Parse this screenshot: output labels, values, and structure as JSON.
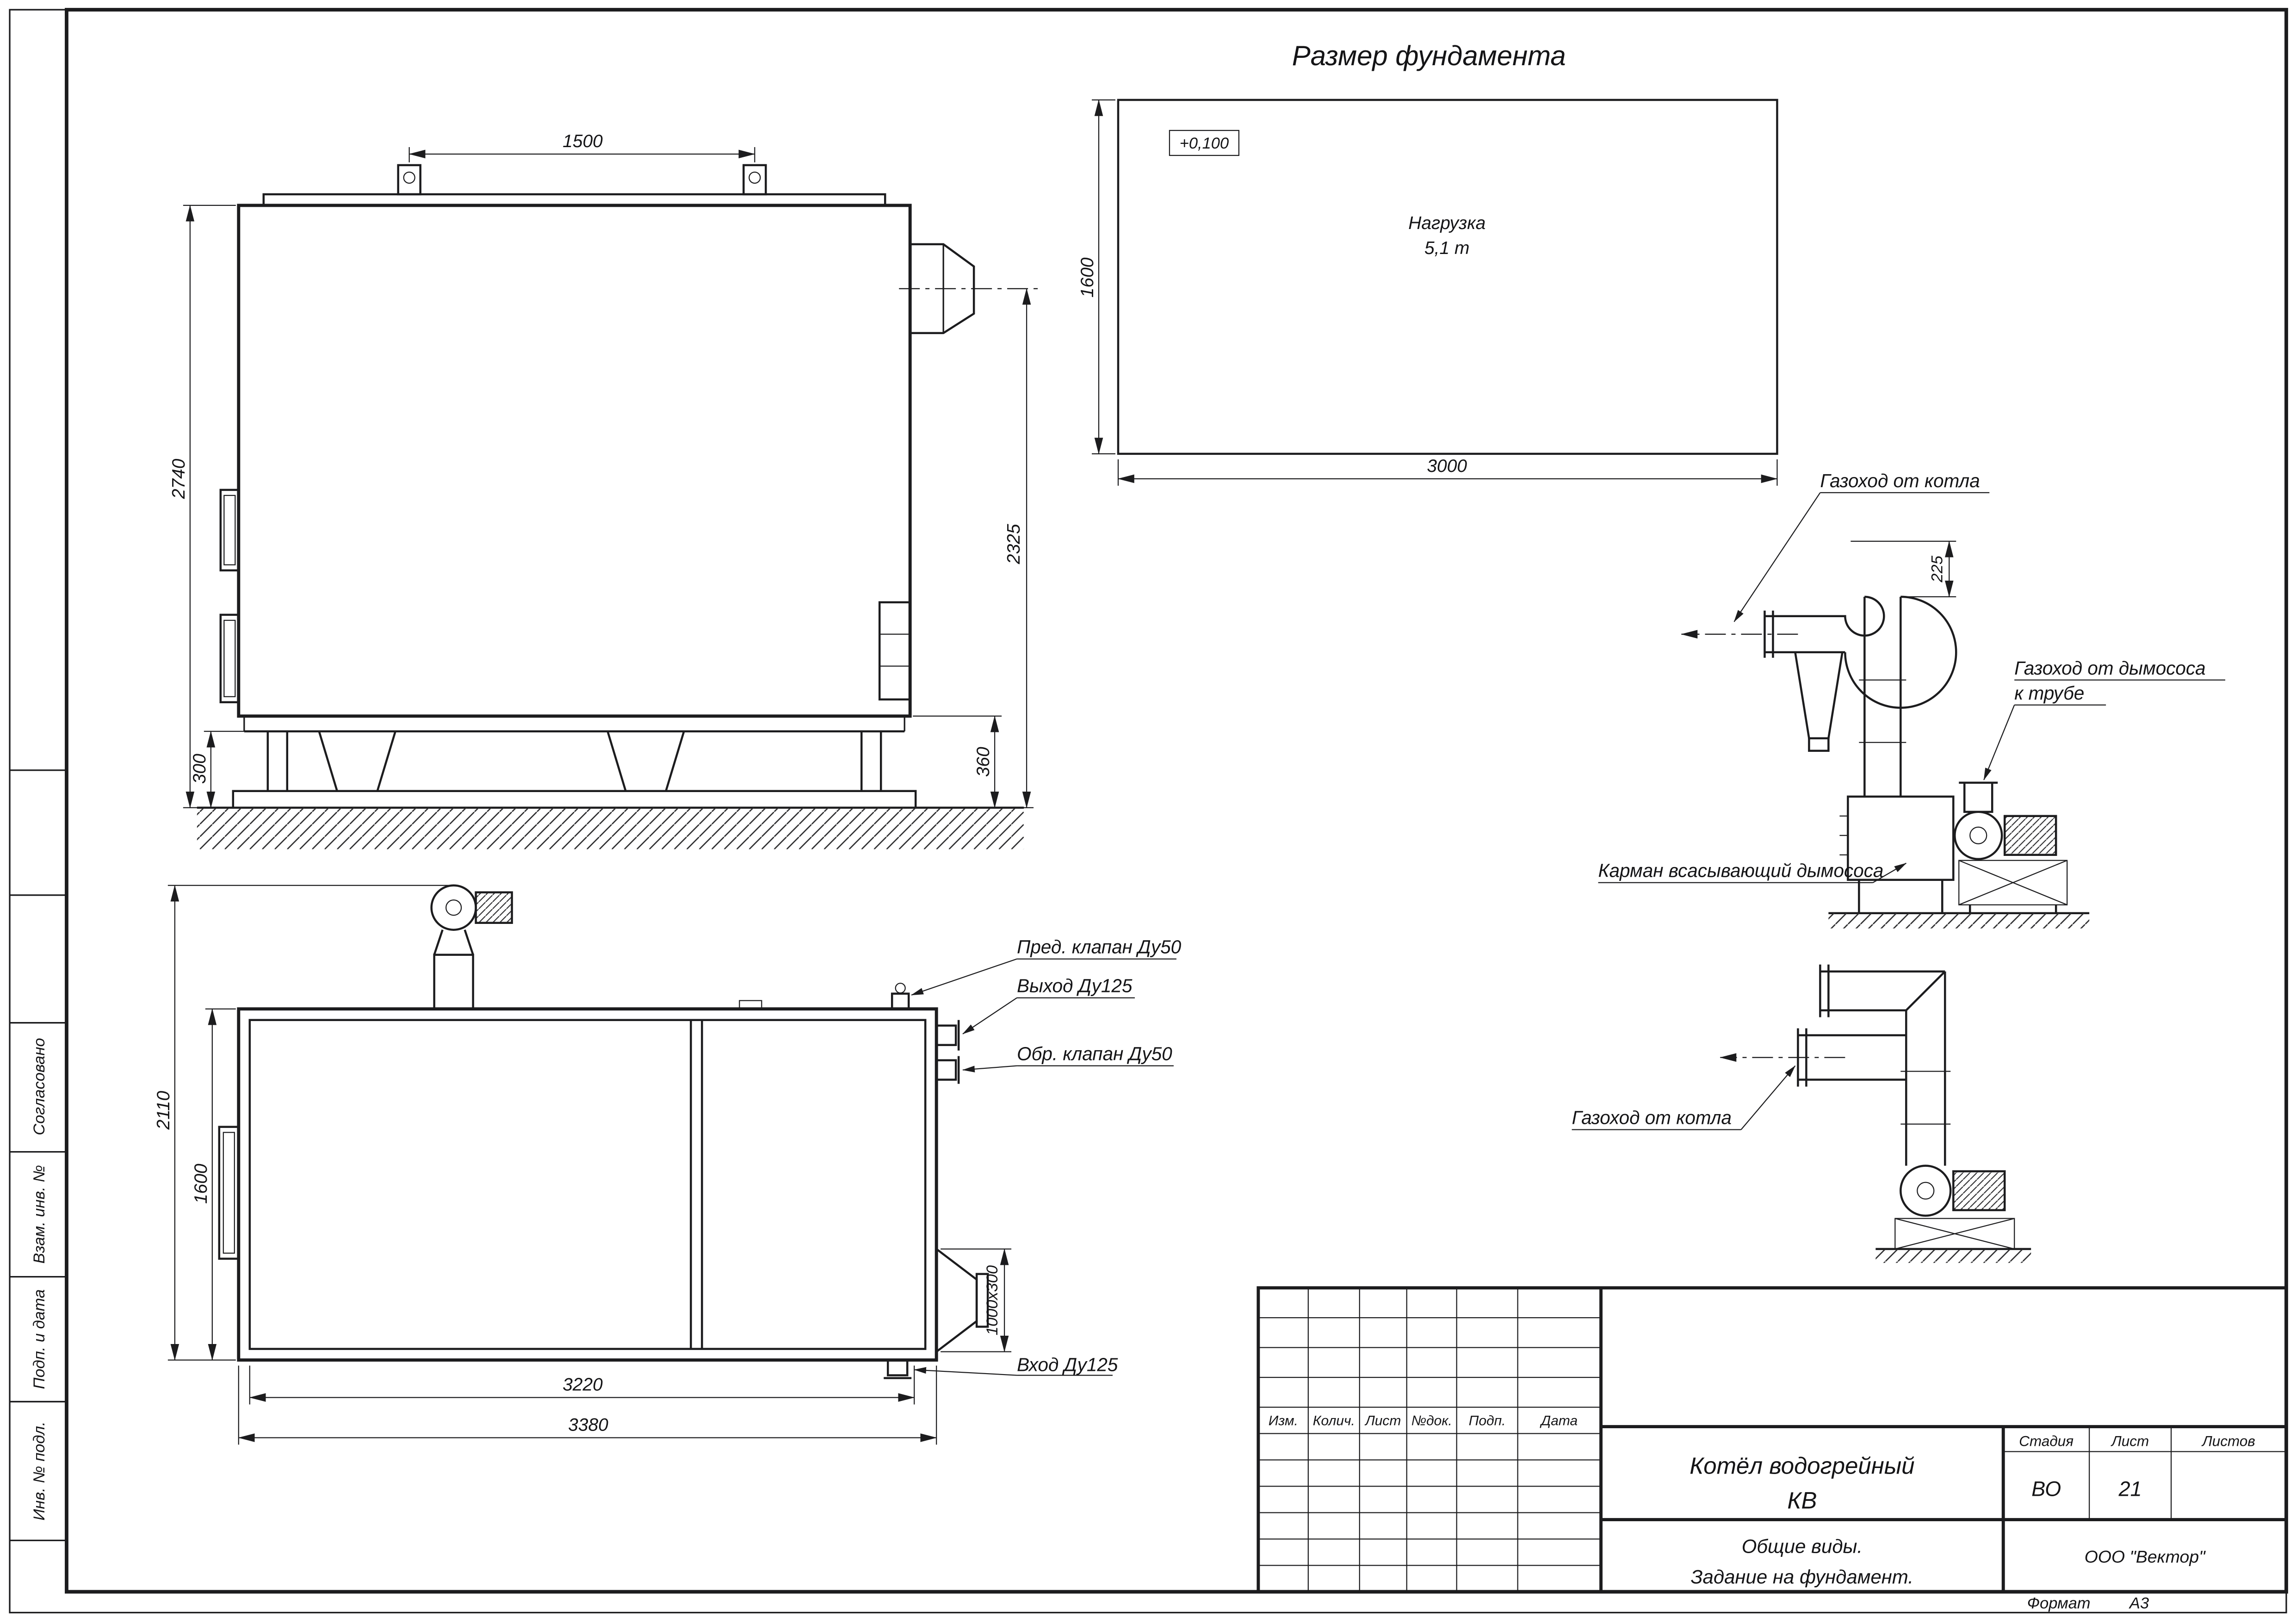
{
  "drawing": {
    "foundation": {
      "title": "Размер фундамента",
      "elevation_mark": "+0,100",
      "load_line1": "Нагрузка",
      "load_line2": "5,1 т",
      "dim_height": "1600",
      "dim_width": "3000"
    },
    "side_view": {
      "dim_lugs": "1500",
      "dim_total_height": "2740",
      "dim_flue_height": "2325",
      "dim_frame_height": "300",
      "dim_base_height": "360"
    },
    "plan_view": {
      "dim_overall": "2110",
      "dim_width": "1600",
      "dim_inner_length": "3220",
      "dim_length": "3380",
      "dim_flue_opening": "1000x300",
      "label_safety_valve": "Пред. клапан Ду50",
      "label_outlet": "Выход Ду125",
      "label_check_valve": "Обр. клапан Ду50",
      "label_inlet": "Вход Ду125"
    },
    "flue_upper": {
      "label_from_boiler": "Газоход от котла",
      "dim_offset": "225",
      "label_to_stack_1": "Газоход от дымососа",
      "label_to_stack_2": "к трубе",
      "label_pocket": "Карман всасывающий дымососа"
    },
    "flue_lower": {
      "label_from_boiler": "Газоход от котла"
    }
  },
  "margin_stamp": {
    "agreed": "Согласовано",
    "replacement_inv": "Взам. инв. №",
    "sign_and_date": "Подп. и дата",
    "orig_inv": "Инв. № подл."
  },
  "title_block": {
    "rev_headers": [
      "Изм.",
      "Колич.",
      "Лист",
      "№док.",
      "Подп.",
      "Дата"
    ],
    "product_line1": "Котёл водогрейный",
    "product_line2": "КВ",
    "stage_label": "Стадия",
    "sheet_label": "Лист",
    "sheets_label": "Листов",
    "stage_value": "ВО",
    "sheet_value": "21",
    "doc_line1": "Общие виды.",
    "doc_line2": "Задание на фундамент.",
    "company": "ООО \"Вектор\"",
    "format_label": "Формат",
    "format_value": "А3"
  }
}
